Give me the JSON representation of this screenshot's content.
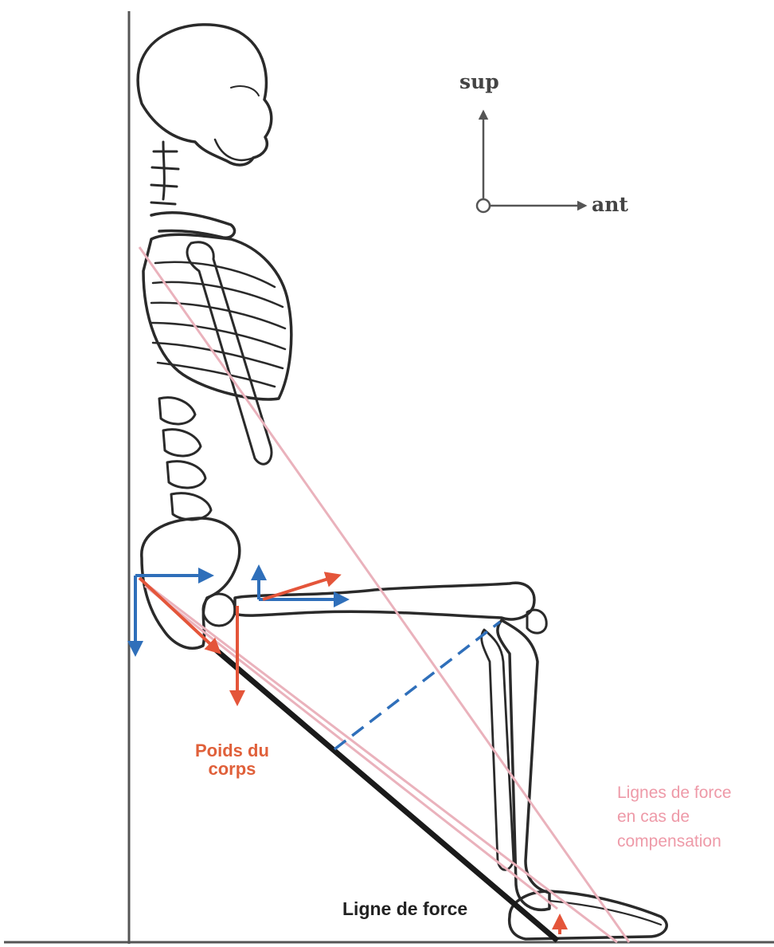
{
  "axes": {
    "sup": "sup",
    "ant": "ant"
  },
  "labels": {
    "poids_line1": "Poids du",
    "poids_line2": "corps",
    "compensation_line1": "Lignes de force",
    "compensation_line2": "en cas de",
    "compensation_line3": "compensation",
    "ligne_de_force": "Ligne de force"
  },
  "colors": {
    "skeleton": "#2a2a2a",
    "wall_floor": "#555555",
    "force_line": "#1a1a1a",
    "blue_vectors": "#2f6fba",
    "red_vectors": "#e4553a",
    "compensation_lines": "#eab2bc",
    "body_weight_text": "#e0603a"
  }
}
